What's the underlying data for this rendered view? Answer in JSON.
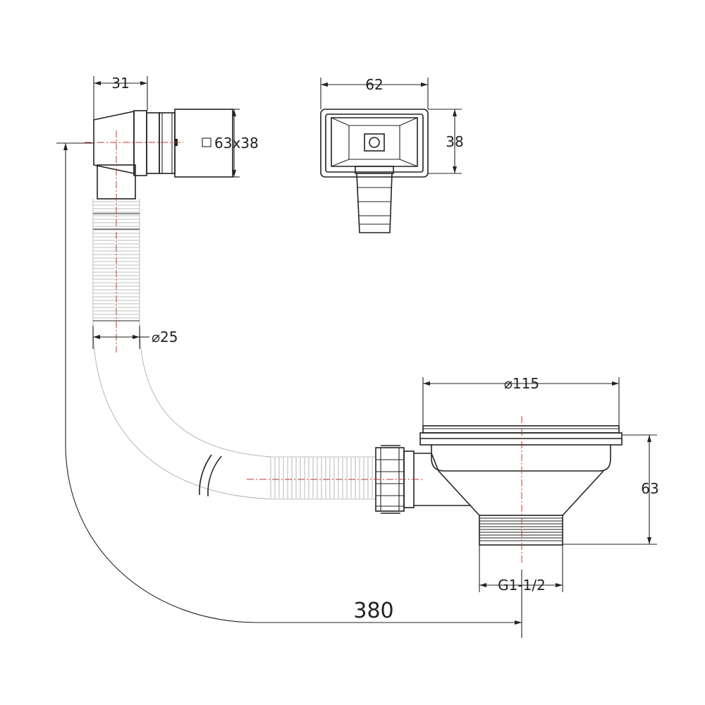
{
  "dimensions": {
    "outlet_depth": "31",
    "outlet_size": "63x38",
    "outlet_width": "62",
    "outlet_height": "38",
    "hose_diameter": "25",
    "basket_diameter": "115",
    "basket_height": "63",
    "thread": "G1-1/2",
    "overall_length": "380"
  },
  "colors": {
    "line": "#222222",
    "hose": "#bdbdbd",
    "centerline": "#c0392b"
  }
}
